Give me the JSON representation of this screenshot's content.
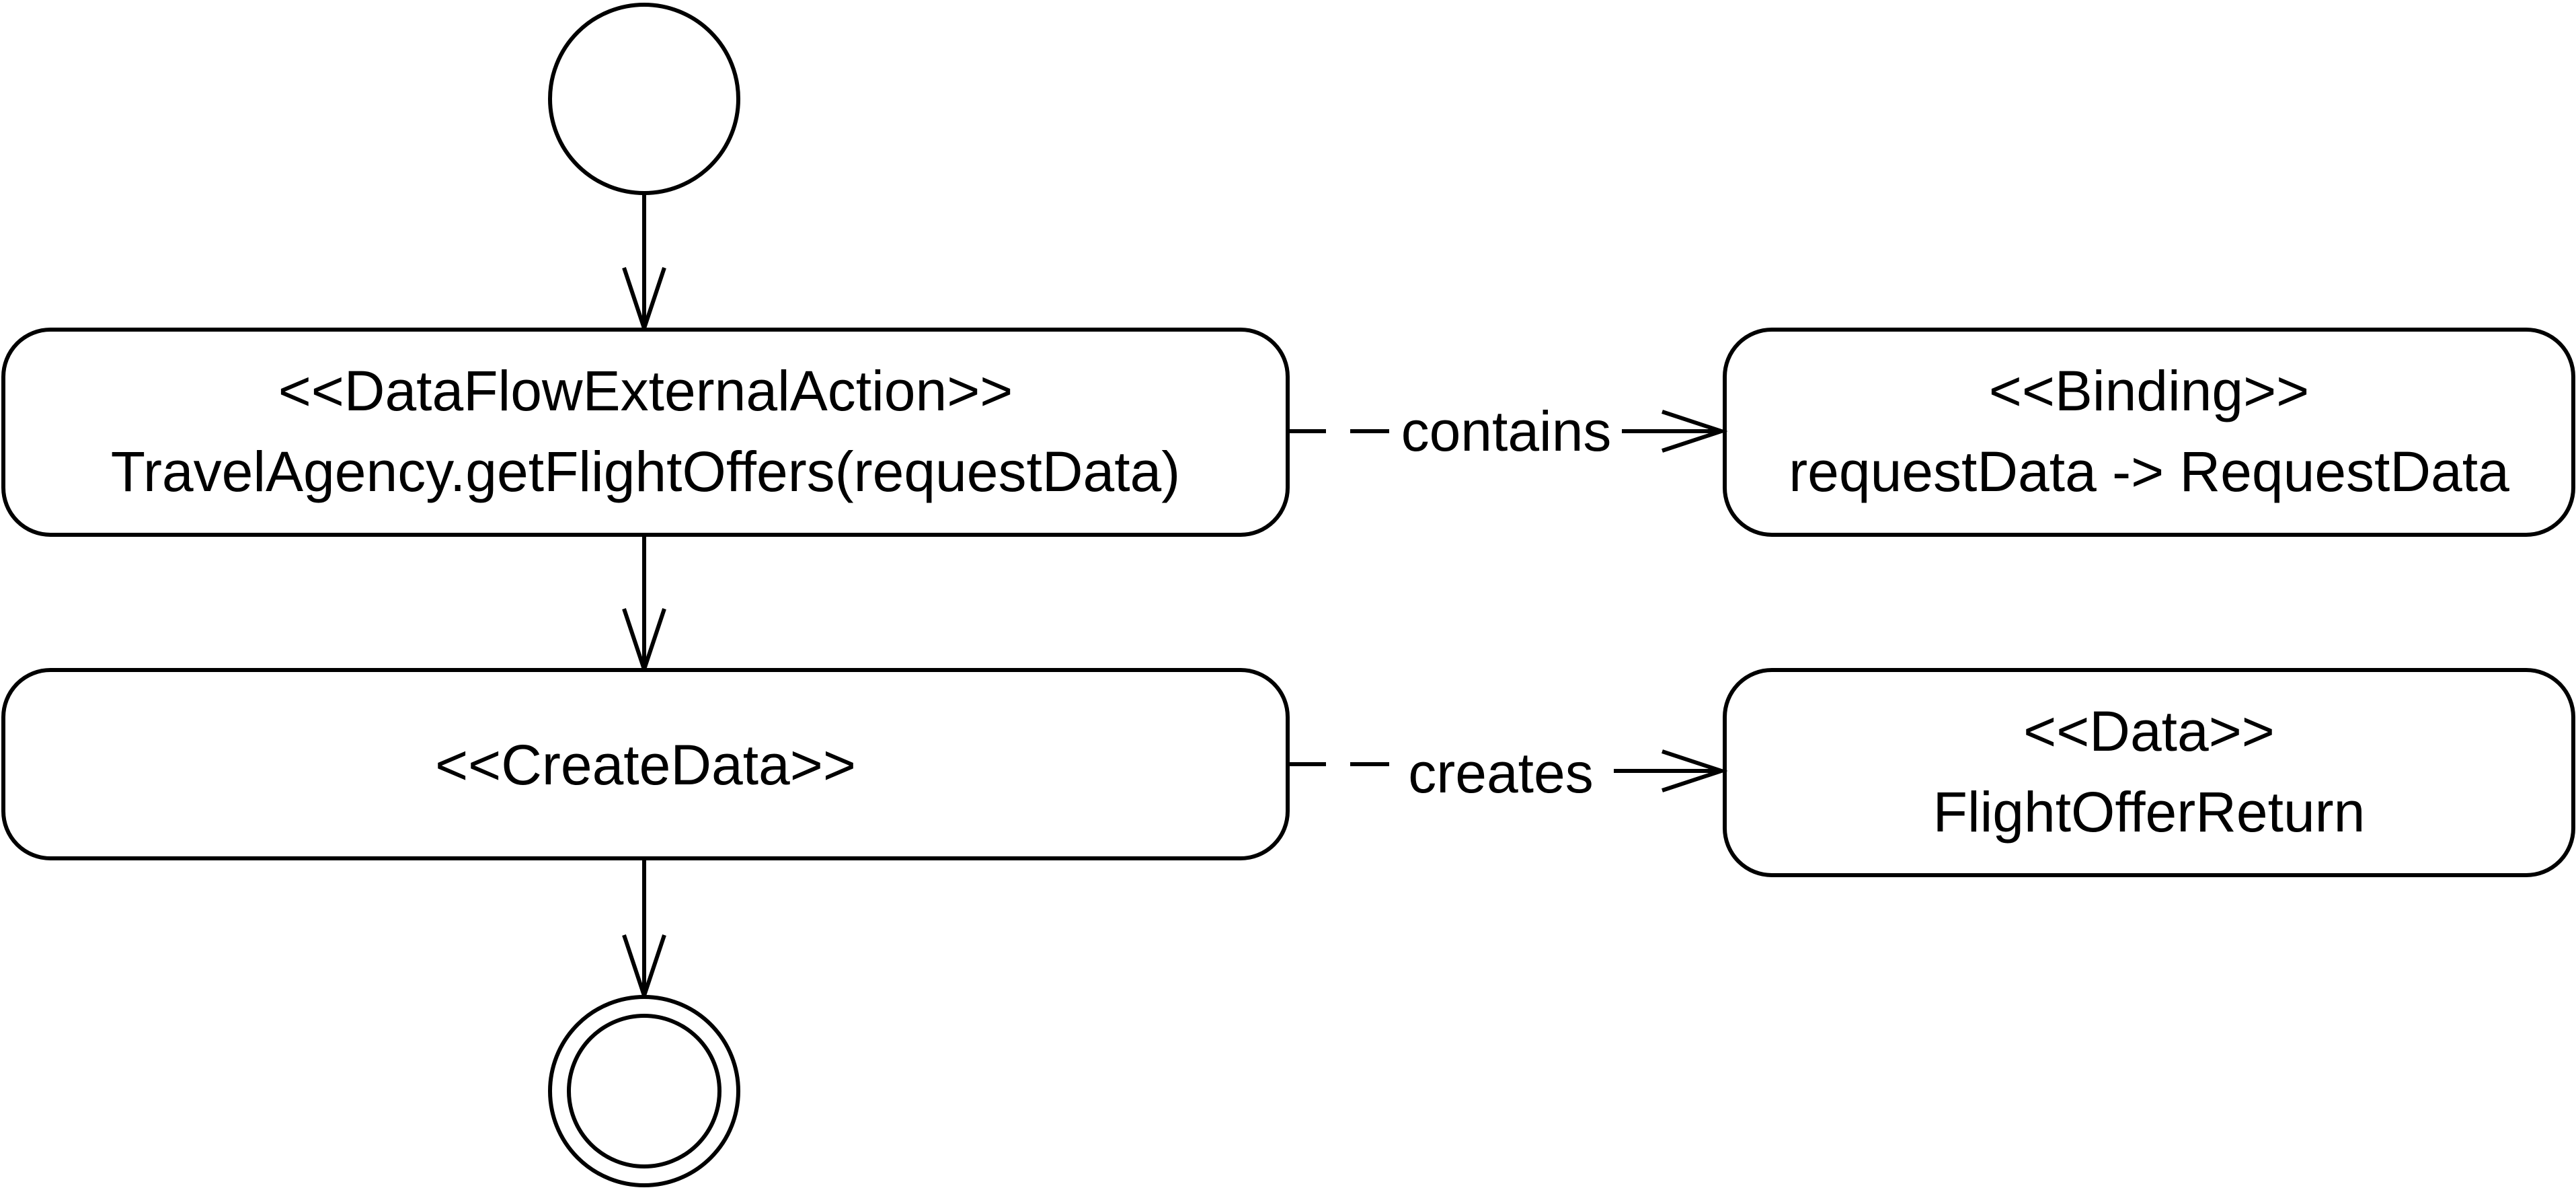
{
  "nodes": {
    "external_action": {
      "stereotype": "<<DataFlowExternalAction>>",
      "name": "TravelAgency.getFlightOffers(requestData)"
    },
    "create_data": {
      "stereotype": "<<CreateData>>"
    },
    "binding": {
      "stereotype": "<<Binding>>",
      "name": "requestData -> RequestData"
    },
    "data": {
      "stereotype": "<<Data>>",
      "name": "FlightOfferReturn"
    }
  },
  "edges": {
    "contains_label": "contains",
    "creates_label": "creates"
  }
}
